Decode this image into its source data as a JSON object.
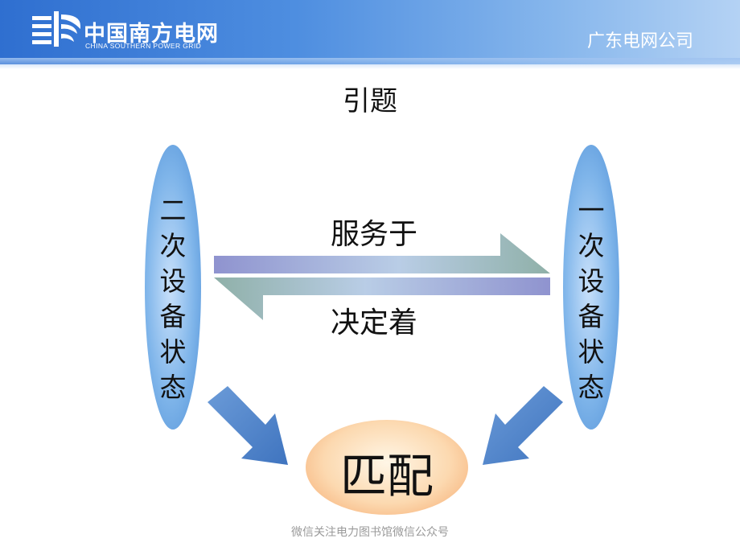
{
  "header": {
    "brand_cn": "中国南方电网",
    "brand_en": "CHINA SOUTHERN POWER GRID",
    "company": "广东电网公司"
  },
  "slide": {
    "title": "引题",
    "left_oval": "二次设备状态",
    "right_oval": "一次设备状态",
    "arrow_right_label": "服务于",
    "arrow_left_label": "决定着",
    "center": "匹配"
  },
  "footer": "微信关注电力图书馆微信公众号",
  "colors": {
    "header_blue": "#2f6fd0",
    "oval_blue": "#7fb5ea",
    "arrow_blue": "#4a7fc4",
    "match_orange": "#f5a66a"
  },
  "icons": [
    "grid-logo-icon",
    "double-arrow-icon",
    "down-right-arrow-icon",
    "down-left-arrow-icon"
  ]
}
